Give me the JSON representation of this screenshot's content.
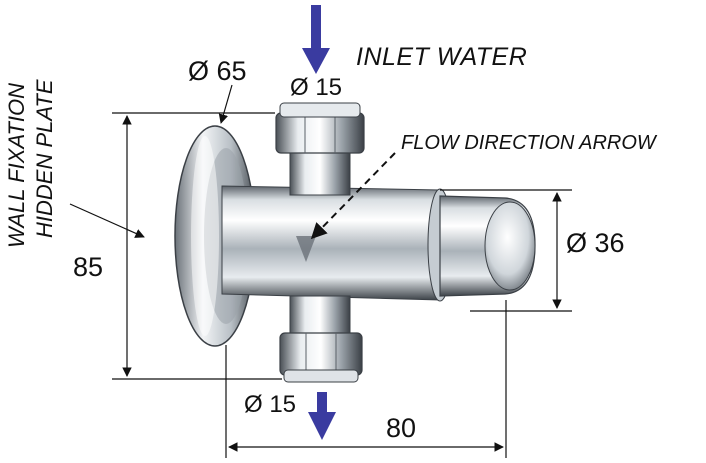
{
  "labels": {
    "inlet": "INLET  WATER",
    "flow_direction": "FLOW DIRECTION ARROW",
    "wall_line1": "WALL FIXATION",
    "wall_line2": "HIDDEN PLATE",
    "plate_diameter": "Ø 65",
    "inlet_diameter": "Ø 15",
    "outlet_diameter": "Ø 15",
    "button_diameter": "Ø 36",
    "height": "85",
    "length": "80"
  },
  "colors": {
    "flow_arrow": "#3a3ba0",
    "line": "#111111",
    "chrome_light": "#f4f6f8",
    "chrome_mid": "#a9b1b8",
    "chrome_dark": "#3b4046"
  }
}
